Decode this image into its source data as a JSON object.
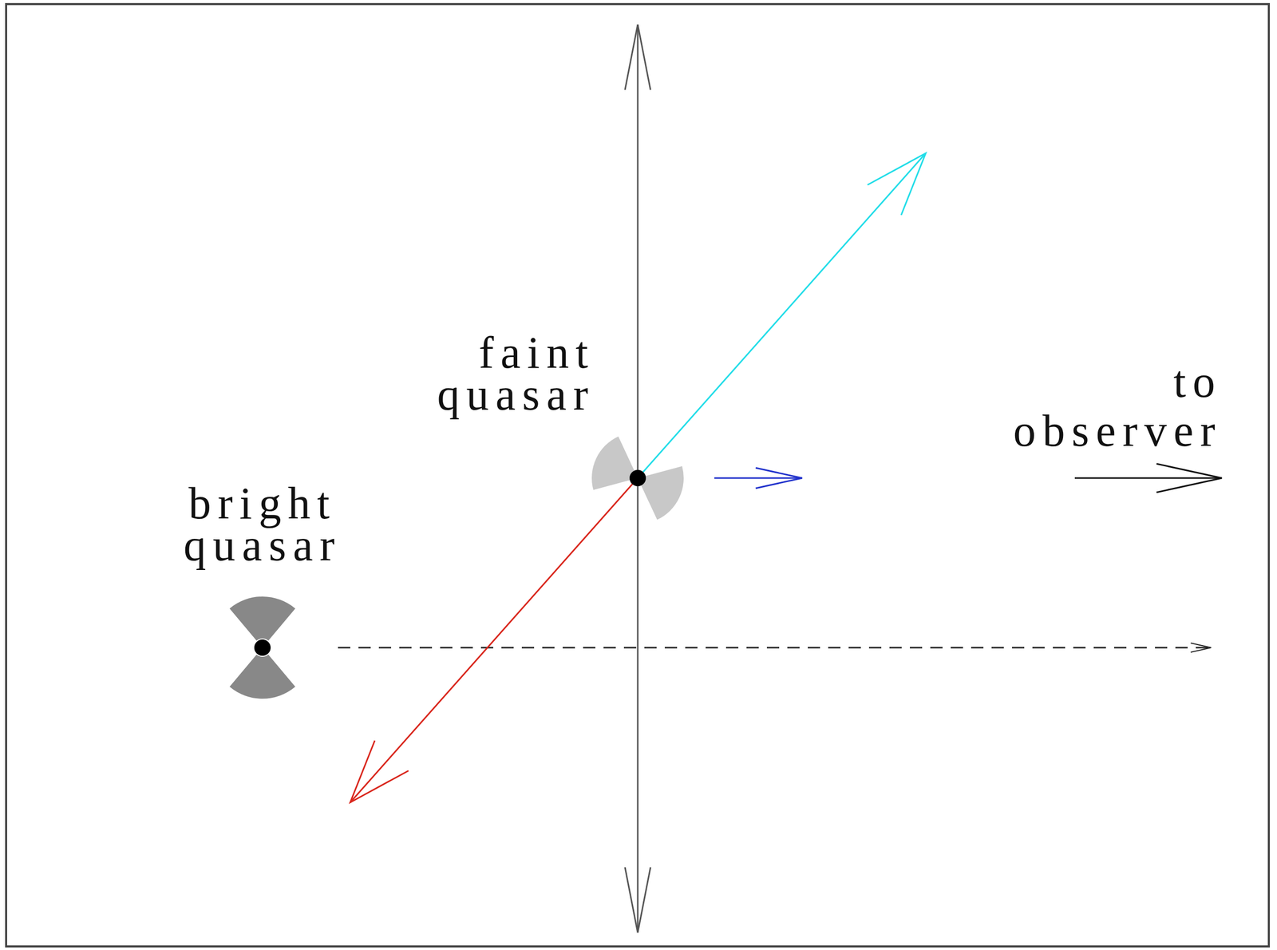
{
  "diagram": {
    "labels": [
      "faint quasar",
      "bright quasar",
      "to observer"
    ]
  }
}
